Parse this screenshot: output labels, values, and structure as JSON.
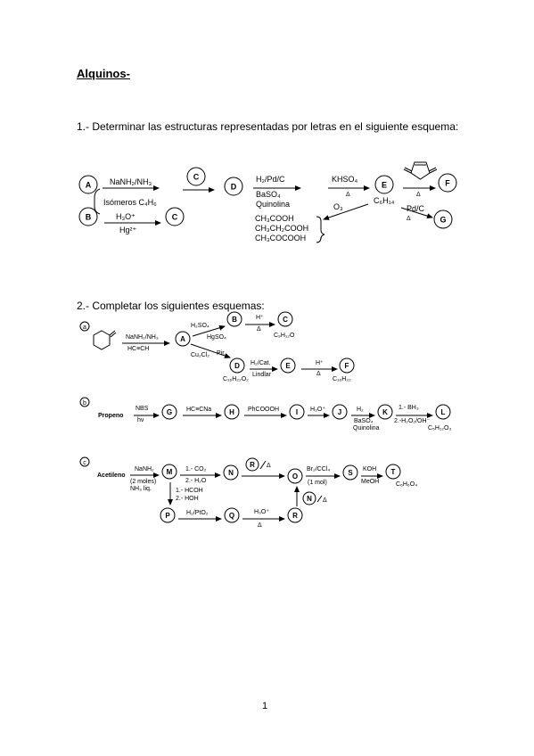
{
  "doc": {
    "title": "Alquinos-",
    "q1": "1.- Determinar las estructuras representadas por letras en el siguiente esquema:",
    "q2": "2.- Completar los siguientes esquemas:",
    "page_number": "1"
  },
  "s1": {
    "A": "A",
    "B": "B",
    "C1": "C",
    "C2": "C",
    "D": "D",
    "E": "E",
    "F": "F",
    "G": "G",
    "nanh2": "NaNH₂/NH₃",
    "isomeros": "Isómeros C₄H₆",
    "h3o": "H₃O⁺",
    "hg": "Hg²⁺",
    "h2pdc": "H₂/Pd/C",
    "baso4": "BaSO₄",
    "quinolina": "Quinolina",
    "khso4": "KHSO₄",
    "delta": "Δ",
    "c6h14": "C₆H₁₄",
    "pdc": "Pd/C",
    "o3": "O₃",
    "p1": "CH₃COOH",
    "p2": "CH₃CH₂COOH",
    "p3": "CH₃COCOOH"
  },
  "sa": {
    "tag": "a",
    "reag1a": "NaNH₂/NH₃",
    "reag1b": "HC≡CH",
    "A": "A",
    "B": "B",
    "C": "C",
    "D": "D",
    "E": "E",
    "F": "F",
    "h2so4": "H₂SO₄",
    "hgso4": "HgSO₄",
    "hplus1": "H⁺",
    "delta": "Δ",
    "c9h12o": "C₉H₁₂O",
    "cucl2": "Cu₂Cl₂",
    "pir": "Pir.",
    "c16h22o2": "C₁₆H₂₂O₂",
    "h2cat": "H₂/Cat.",
    "lindlar": "Lindlar",
    "hplus2": "H⁺",
    "c16h22": "C₁₆H₂₂"
  },
  "sb": {
    "tag": "b",
    "propeno": "Propeno",
    "nbs": "NBS",
    "hv": "hν",
    "G": "G",
    "H": "H",
    "I": "I",
    "J": "J",
    "K": "K",
    "L": "L",
    "hccna": "HC≡CNa",
    "phcoooh": "PhCOOOH",
    "h3o": "H₃O⁺",
    "h2": "H₂",
    "baso4": "BaSO₄",
    "quinolina": "Quinolina",
    "bh3": "1.- BH₃",
    "h2o2": "2.-H₂O₂/OH⁻",
    "c5h12o3": "C₅H₁₂O₃"
  },
  "sc": {
    "tag": "c",
    "acetileno": "Acetileno",
    "nanh2": "NaNH₂",
    "moles": "(2 moles)",
    "nh3": "NH₃ liq.",
    "M": "M",
    "N": "N",
    "R1": "R",
    "O": "O",
    "S": "S",
    "T": "T",
    "N2": "N",
    "P": "P",
    "Q": "Q",
    "R2": "R",
    "co2": "1.- CO₂",
    "h2o": "2.- H₂O",
    "delta": "Δ",
    "br2": "Br₂/CCl₄",
    "onemol": "(1 mol)",
    "koh": "KOH",
    "meoh": "MeOH",
    "c6h6o4": "C₆H₆O₄",
    "hcoh": "1.- HCOH",
    "hoh": "2.- HOH",
    "h2pto2": "H₂/PtO₂",
    "h3o": "H₃O⁺"
  }
}
